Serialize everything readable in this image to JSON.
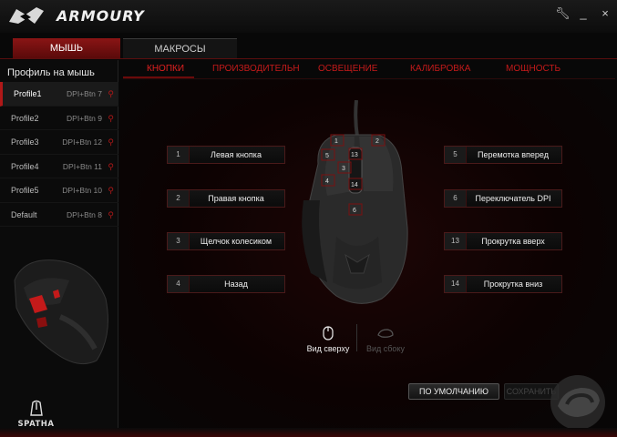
{
  "app": {
    "title": "ARMOURY"
  },
  "window_controls": {
    "settings_icon": "wrench-icon",
    "minimize": "_",
    "close": "×"
  },
  "main_tabs": [
    {
      "label": "МЫШЬ",
      "active": true
    },
    {
      "label": "МАКРОСЫ",
      "active": false
    }
  ],
  "sidebar": {
    "title": "Профиль на мышь",
    "profiles": [
      {
        "name": "Profile1",
        "dpi": "DPI+Btn 7",
        "selected": true
      },
      {
        "name": "Profile2",
        "dpi": "DPI+Btn 9",
        "selected": false
      },
      {
        "name": "Profile3",
        "dpi": "DPI+Btn 12",
        "selected": false
      },
      {
        "name": "Profile4",
        "dpi": "DPI+Btn 11",
        "selected": false
      },
      {
        "name": "Profile5",
        "dpi": "DPI+Btn 10",
        "selected": false
      },
      {
        "name": "Default",
        "dpi": "DPI+Btn 8",
        "selected": false
      }
    ],
    "device_name": "SPATHA"
  },
  "sub_tabs": [
    {
      "label": "КНОПКИ",
      "active": true
    },
    {
      "label": "ПРОИЗВОДИТЕЛЬН",
      "active": false
    },
    {
      "label": "ОСВЕЩЕНИЕ",
      "active": false
    },
    {
      "label": "КАЛИБРОВКА",
      "active": false
    },
    {
      "label": "МОЩНОСТЬ",
      "active": false
    }
  ],
  "button_assignments_left": [
    {
      "num": "1",
      "label": "Левая кнопка"
    },
    {
      "num": "2",
      "label": "Правая кнопка"
    },
    {
      "num": "3",
      "label": "Щелчок колесиком"
    },
    {
      "num": "4",
      "label": "Назад"
    }
  ],
  "button_assignments_right": [
    {
      "num": "5",
      "label": "Перемотка вперед"
    },
    {
      "num": "6",
      "label": "Переключатель DPI"
    },
    {
      "num": "13",
      "label": "Прокрутка вверх"
    },
    {
      "num": "14",
      "label": "Прокрутка вниз"
    }
  ],
  "mouse_markers": [
    "1",
    "2",
    "13",
    "5",
    "3",
    "4",
    "14",
    "6"
  ],
  "views": {
    "top": "Вид сверху",
    "side": "Вид сбоку"
  },
  "actions": {
    "default": "ПО УМОЛЧАНИЮ",
    "save": "СОХРАНИТЬ"
  },
  "colors": {
    "accent": "#c41a1a",
    "background": "#080808"
  }
}
